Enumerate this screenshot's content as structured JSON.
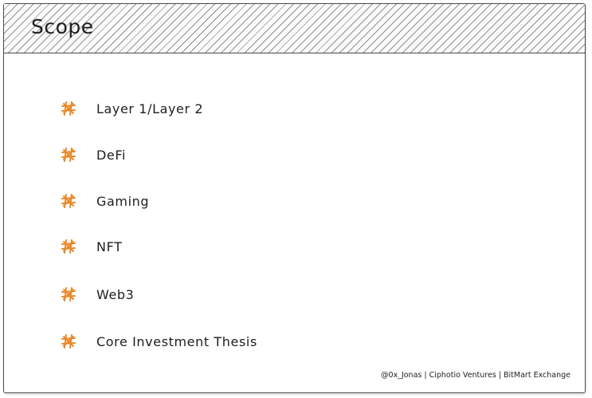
{
  "title": "Scope",
  "items": [
    {
      "label": "Layer 1/Layer 2",
      "icon": "hash-icon"
    },
    {
      "label": "DeFi",
      "icon": "hash-icon"
    },
    {
      "label": "Gaming",
      "icon": "hash-icon"
    },
    {
      "label": "NFT",
      "icon": "hash-icon"
    },
    {
      "label": "Web3",
      "icon": "hash-icon"
    },
    {
      "label": "Core Investment Thesis",
      "icon": "hash-icon"
    }
  ],
  "footer": "@0x_Jonas | Ciphotio Ventures | BitMart Exchange",
  "colors": {
    "accent": "#e8892b",
    "text": "#1e1e1e",
    "border": "#4a4a4a"
  }
}
